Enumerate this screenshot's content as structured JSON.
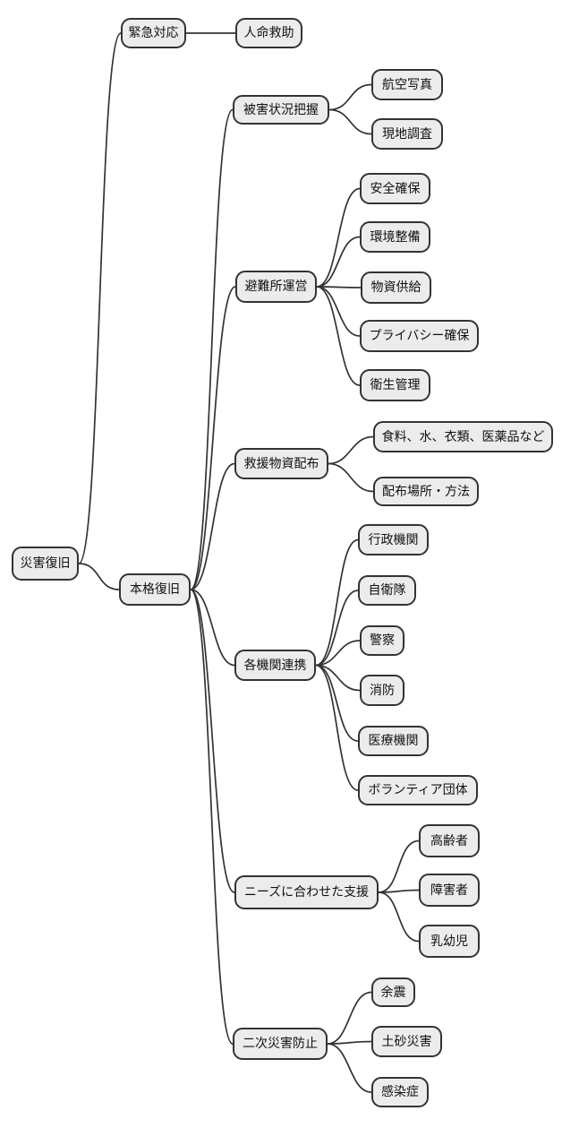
{
  "diagram": {
    "type": "mindmap",
    "root_label": "災害復旧",
    "colors": {
      "background": "#ffffff",
      "node_fill": "#ececec",
      "node_border": "#333333",
      "edge": "#333333",
      "text": "#111111"
    },
    "nodes": [
      {
        "id": "root",
        "label": "災害復旧",
        "parent": null
      },
      {
        "id": "emergency",
        "label": "緊急対応",
        "parent": "root"
      },
      {
        "id": "lifesaving",
        "label": "人命救助",
        "parent": "emergency"
      },
      {
        "id": "fullrecovery",
        "label": "本格復旧",
        "parent": "root"
      },
      {
        "id": "damage",
        "label": "被害状況把握",
        "parent": "fullrecovery"
      },
      {
        "id": "aerial",
        "label": "航空写真",
        "parent": "damage"
      },
      {
        "id": "fieldsurvey",
        "label": "現地調査",
        "parent": "damage"
      },
      {
        "id": "shelter",
        "label": "避難所運営",
        "parent": "fullrecovery"
      },
      {
        "id": "safety",
        "label": "安全確保",
        "parent": "shelter"
      },
      {
        "id": "environment",
        "label": "環境整備",
        "parent": "shelter"
      },
      {
        "id": "supply",
        "label": "物資供給",
        "parent": "shelter"
      },
      {
        "id": "privacy",
        "label": "プライバシー確保",
        "parent": "shelter"
      },
      {
        "id": "hygiene",
        "label": "衛生管理",
        "parent": "shelter"
      },
      {
        "id": "relief",
        "label": "救援物資配布",
        "parent": "fullrecovery"
      },
      {
        "id": "goods",
        "label": "食料、水、衣類、医薬品など",
        "parent": "relief"
      },
      {
        "id": "distribution",
        "label": "配布場所・方法",
        "parent": "relief"
      },
      {
        "id": "agencies",
        "label": "各機関連携",
        "parent": "fullrecovery"
      },
      {
        "id": "government",
        "label": "行政機関",
        "parent": "agencies"
      },
      {
        "id": "sdf",
        "label": "自衛隊",
        "parent": "agencies"
      },
      {
        "id": "police",
        "label": "警察",
        "parent": "agencies"
      },
      {
        "id": "fire",
        "label": "消防",
        "parent": "agencies"
      },
      {
        "id": "medical",
        "label": "医療機関",
        "parent": "agencies"
      },
      {
        "id": "volunteer",
        "label": "ボランティア団体",
        "parent": "agencies"
      },
      {
        "id": "needs",
        "label": "ニーズに合わせた支援",
        "parent": "fullrecovery"
      },
      {
        "id": "elderly",
        "label": "高齢者",
        "parent": "needs"
      },
      {
        "id": "disabled",
        "label": "障害者",
        "parent": "needs"
      },
      {
        "id": "infants",
        "label": "乳幼児",
        "parent": "needs"
      },
      {
        "id": "secondary",
        "label": "二次災害防止",
        "parent": "fullrecovery"
      },
      {
        "id": "aftershock",
        "label": "余震",
        "parent": "secondary"
      },
      {
        "id": "landslide",
        "label": "土砂災害",
        "parent": "secondary"
      },
      {
        "id": "infection",
        "label": "感染症",
        "parent": "secondary"
      }
    ]
  }
}
